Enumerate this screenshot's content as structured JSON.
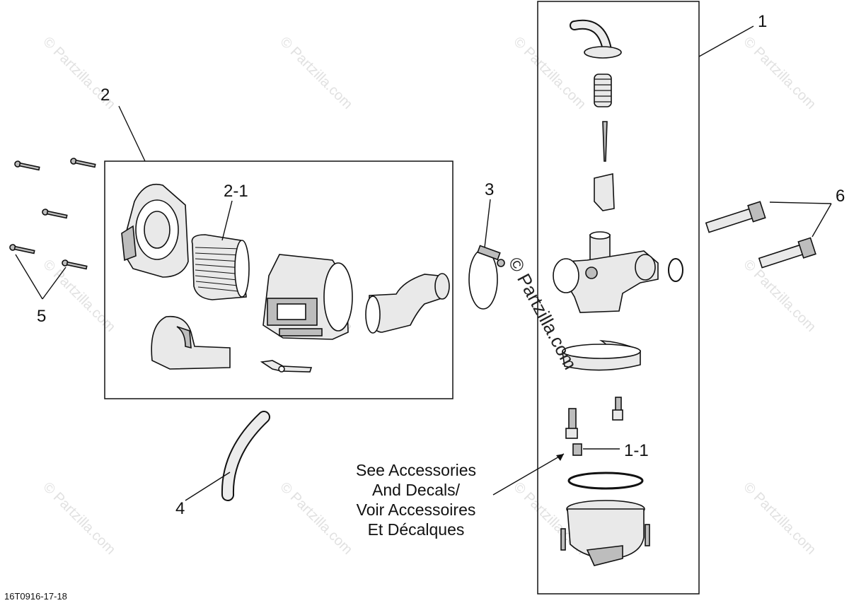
{
  "callouts": {
    "c1": "1",
    "c2": "2",
    "c2_1": "2-1",
    "c3": "3",
    "c4": "4",
    "c5": "5",
    "c6": "6",
    "c1_1": "1-1"
  },
  "note": {
    "line1": "See Accessories",
    "line2": "And Decals/",
    "line3": "Voir Accessoires",
    "line4": "Et Décalques"
  },
  "diagram_code": "16T0916-17-18",
  "watermark": {
    "small": "© Partzilla.com",
    "large": "© Partzilla.com"
  }
}
